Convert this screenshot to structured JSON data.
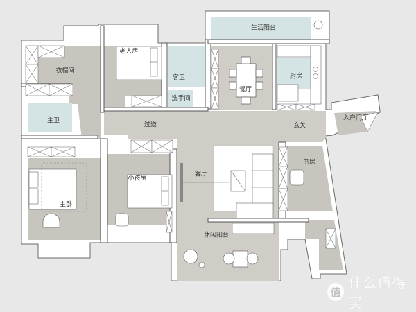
{
  "plan": {
    "colors": {
      "background": "#e8e8e8",
      "wall": "#ffffff",
      "wall_line": "#555555",
      "floor_wood": "#c8c5bf",
      "floor_public": "#cfcdc6",
      "floor_wet": "#d4e3e3",
      "furniture": "#ffffff"
    },
    "rooms": [
      {
        "id": "walk-in-closet",
        "label": "衣帽间"
      },
      {
        "id": "elder-room",
        "label": "老人房"
      },
      {
        "id": "guest-bath",
        "label": "客卫"
      },
      {
        "id": "washroom",
        "label": "洗手间"
      },
      {
        "id": "laundry-balcony",
        "label": "生活阳台"
      },
      {
        "id": "dining-room",
        "label": "餐厅"
      },
      {
        "id": "kitchen",
        "label": "厨房"
      },
      {
        "id": "master-bath",
        "label": "主卫"
      },
      {
        "id": "corridor",
        "label": "过道"
      },
      {
        "id": "foyer",
        "label": "玄关"
      },
      {
        "id": "entry-hall",
        "label": "入户门厅"
      },
      {
        "id": "living-room",
        "label": "客厅"
      },
      {
        "id": "child-room",
        "label": "小孩房"
      },
      {
        "id": "study",
        "label": "书房"
      },
      {
        "id": "master-bedroom",
        "label": "主卧"
      },
      {
        "id": "leisure-balcony",
        "label": "休闲阳台"
      }
    ]
  },
  "watermark": {
    "badge": "值",
    "text": "什么值得买"
  }
}
